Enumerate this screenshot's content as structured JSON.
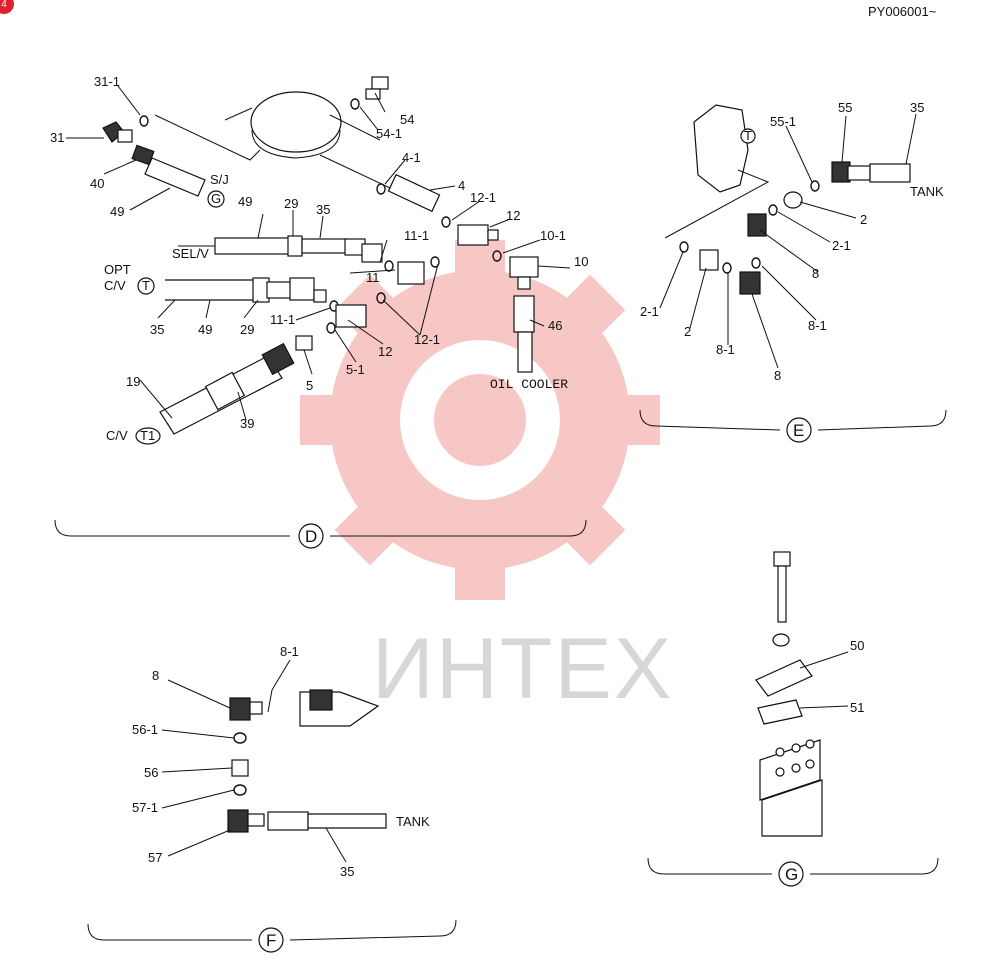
{
  "page_code": "PY006001~",
  "corner_badge": "4",
  "watermark": "ИНТЕХ",
  "colors": {
    "watermark": "#e53935",
    "line": "#111111"
  },
  "sections": {
    "D": {
      "letter": "D",
      "parts": [
        "31-1",
        "31",
        "40",
        "49",
        "S/J",
        "G",
        "54",
        "54-1",
        "4-1",
        "4",
        "29",
        "35",
        "12-1",
        "12",
        "SEL/V",
        "11-1",
        "10-1",
        "10",
        "OPT",
        "C/V",
        "T",
        "11",
        "35",
        "49",
        "29",
        "11-1",
        "12",
        "12-1",
        "5-1",
        "5",
        "46",
        "19",
        "39",
        "C/V",
        "T1"
      ],
      "note_oil": "OIL COOLER"
    },
    "E": {
      "letter": "E",
      "parts": [
        "T",
        "55-1",
        "55",
        "35",
        "TANK",
        "2",
        "2-1",
        "8",
        "8-1",
        "2-1",
        "2",
        "8-1",
        "8"
      ]
    },
    "F": {
      "letter": "F",
      "parts": [
        "8",
        "8-1",
        "56-1",
        "56",
        "57-1",
        "57",
        "TANK",
        "35"
      ]
    },
    "G": {
      "letter": "G",
      "parts": [
        "50",
        "51"
      ]
    }
  }
}
